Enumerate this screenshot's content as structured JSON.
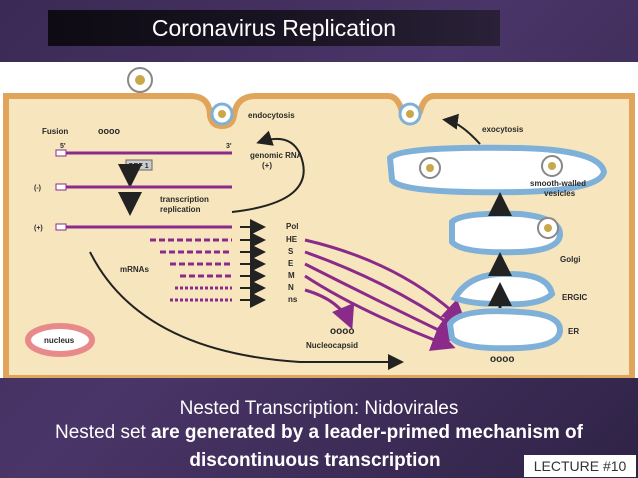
{
  "slide": {
    "title": "Coronavirus Replication",
    "caption_line1": "Nested Transcription: Nidovirales",
    "caption_line2_plain": "Nested set ",
    "caption_line2_bold": "are generated by a leader-primed mechanism of",
    "caption_line3": "discontinuous transcription",
    "badge": "LECTURE #10"
  },
  "diagram": {
    "labels": {
      "fusion": "Fusion",
      "endocytosis": "endocytosis",
      "exocytosis": "exocytosis",
      "orf1": "ORF 1",
      "genomic_rna": "genomic RNA",
      "genomic_rna_sign": "(+)",
      "transcription": "transcription",
      "replication": "replication",
      "mrnas": "mRNAs",
      "nucleus": "nucleus",
      "nucleocapsid": "Nucleocapsid",
      "smooth_walled": "smooth-walled",
      "vesicles": "vesicles",
      "golgi": "Golgi",
      "ergic": "ERGIC",
      "er": "ER",
      "five_prime": "5'",
      "three_prime": "3'",
      "minus": "(-)",
      "plus": "(+)",
      "oooo": "oooo"
    },
    "proteins": [
      "Pol",
      "HE",
      "S",
      "E",
      "M",
      "N",
      "ns"
    ]
  },
  "colors": {
    "cell_fill": "#f7e6bd",
    "cell_border": "#e0a55a",
    "rna": "#8a2a8a",
    "arrow": "#8a2a8a",
    "er_blue": "#7fb1d8",
    "nucleus": "#e88a8a"
  }
}
